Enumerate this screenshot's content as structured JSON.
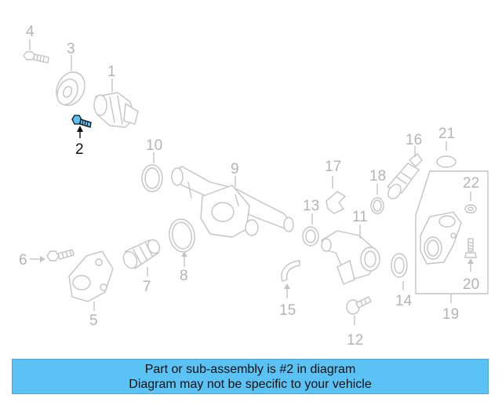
{
  "diagram": {
    "highlight_color": "#5bc2f6",
    "highlighted_part": "2",
    "callouts": [
      "1",
      "2",
      "3",
      "4",
      "5",
      "6",
      "7",
      "8",
      "9",
      "10",
      "11",
      "12",
      "13",
      "14",
      "15",
      "16",
      "17",
      "18",
      "19",
      "20",
      "21",
      "22"
    ]
  },
  "banner": {
    "line1": "Part or sub-assembly is #2 in diagram",
    "line2": "Diagram may not be specific to your vehicle",
    "background": "#5bc2f6"
  }
}
